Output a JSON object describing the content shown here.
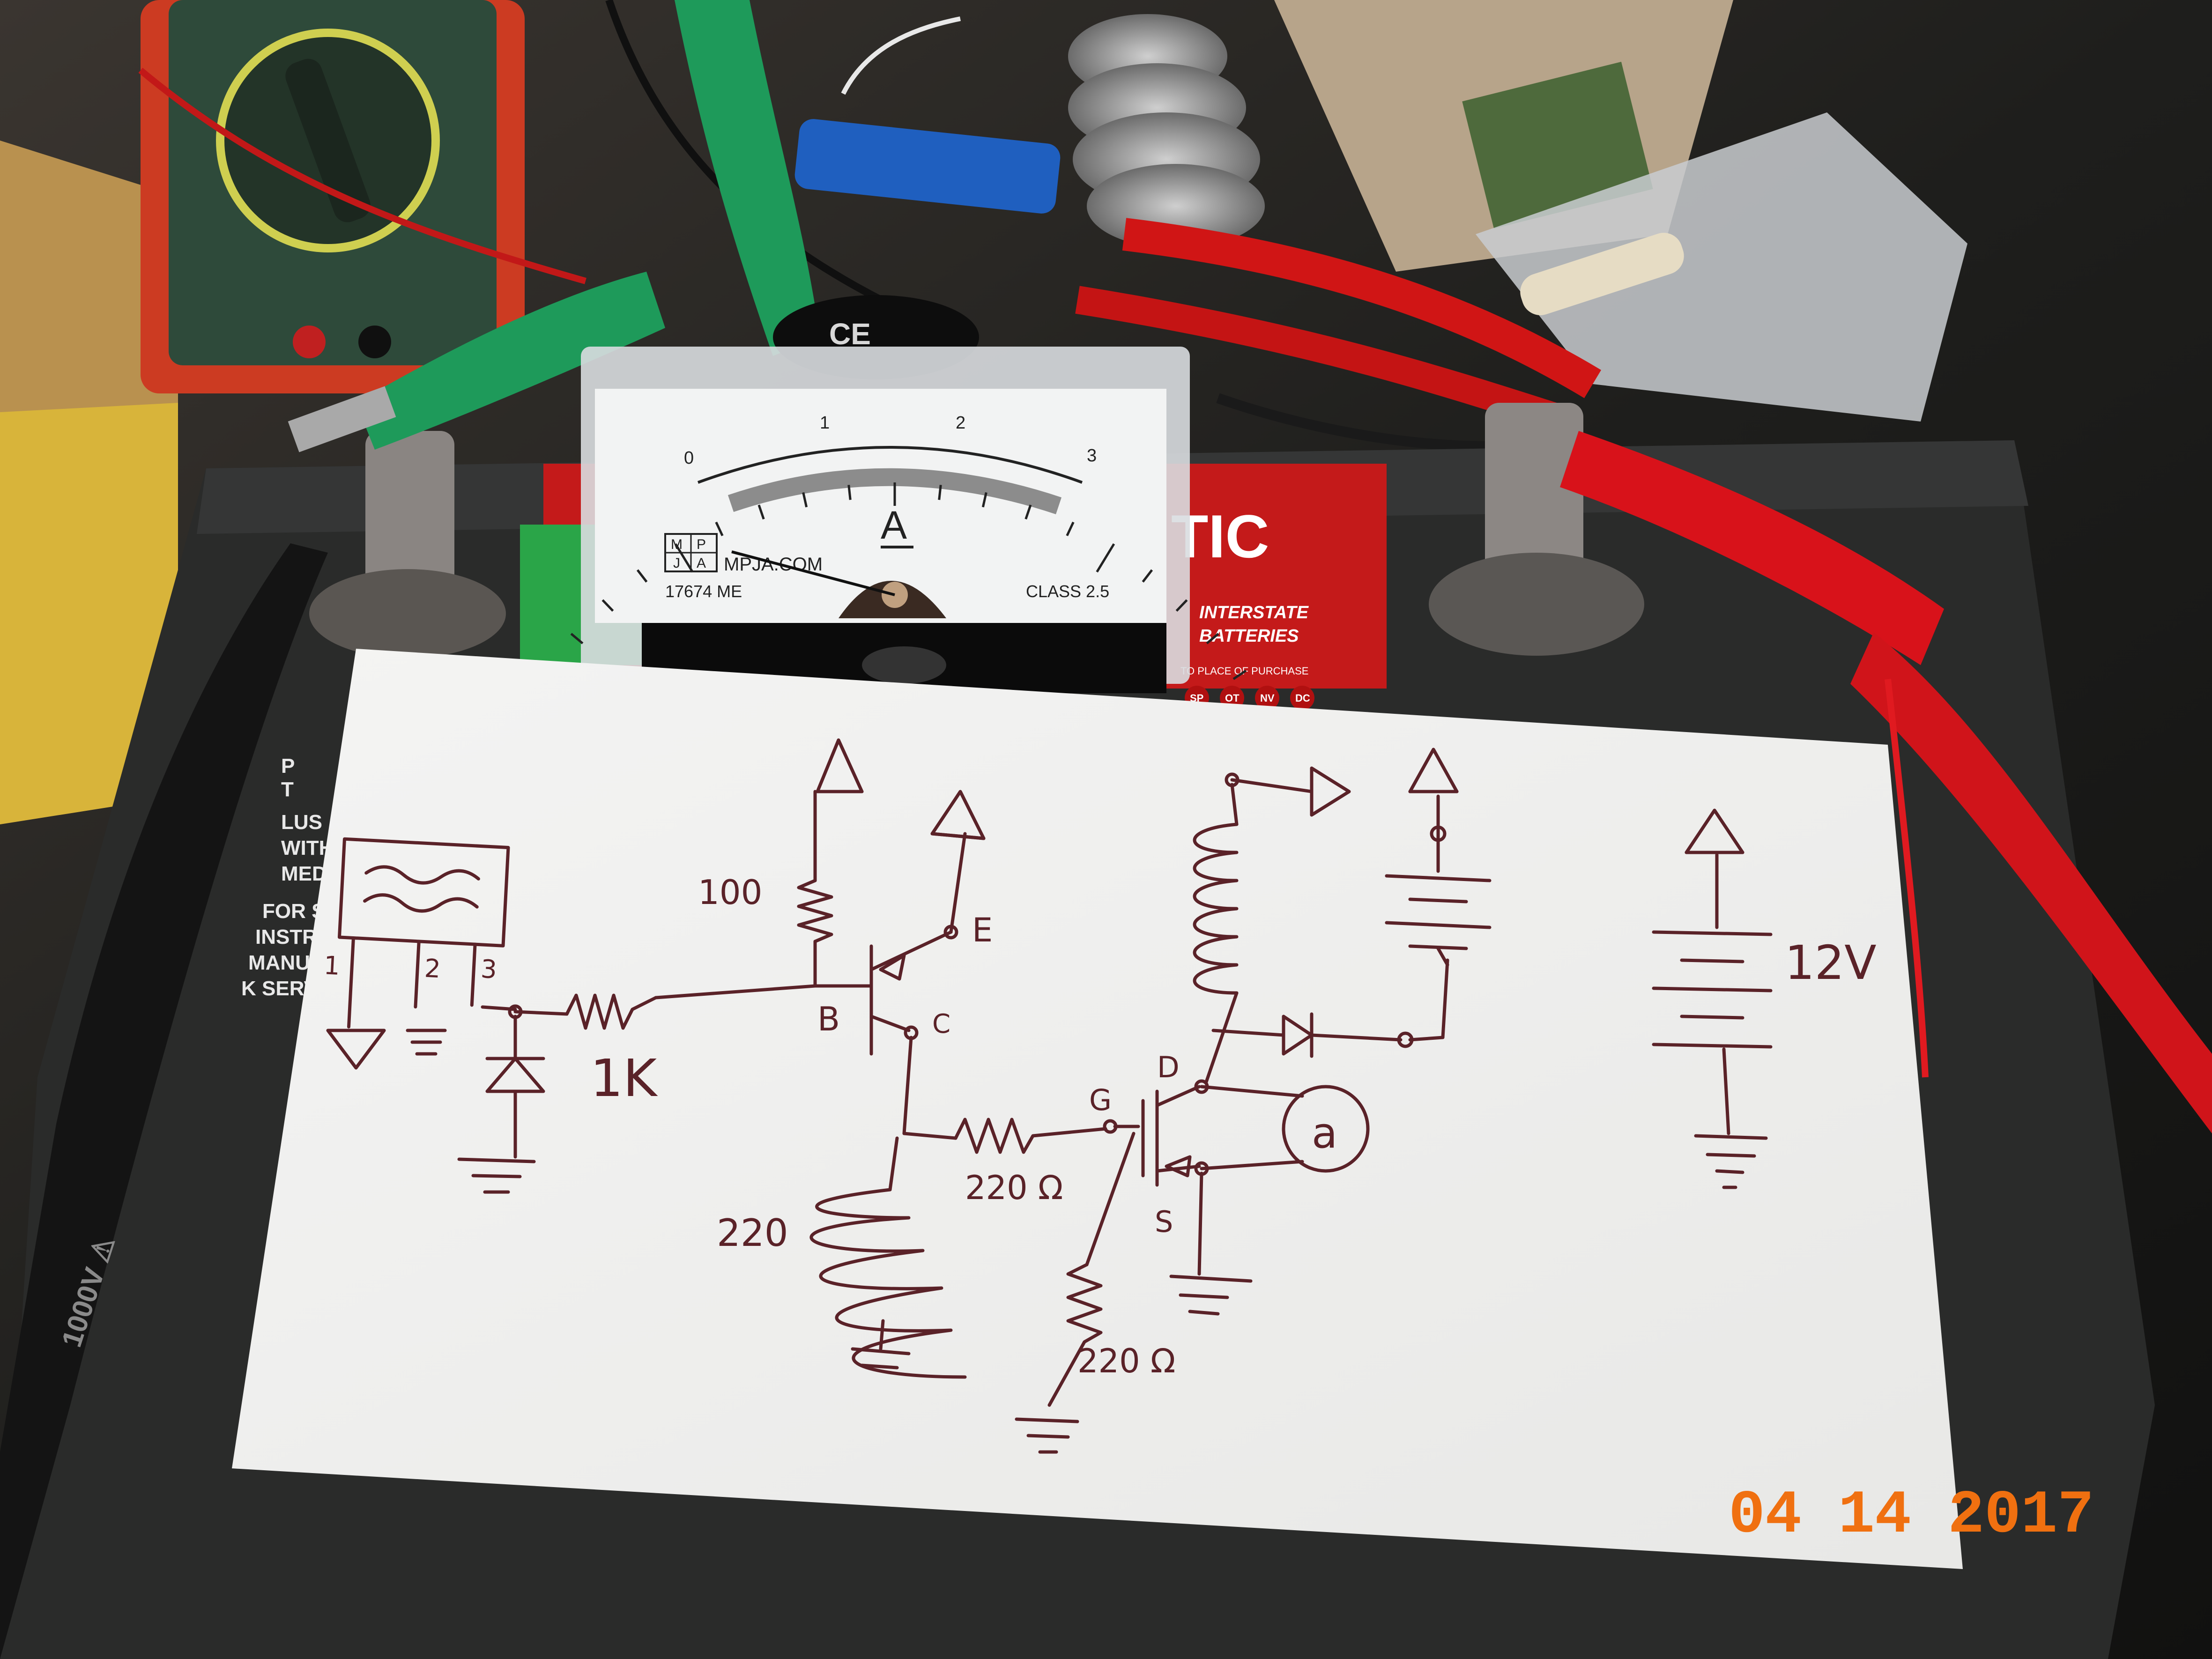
{
  "photo": {
    "date_stamp": "04 14 2017",
    "colors": {
      "paper": "#f3f3f2",
      "ink": "#5a2228",
      "date": "#f07010",
      "clip_red": "#d8121a",
      "clip_green": "#1e9a5a",
      "battery": "#2a2b2a"
    }
  },
  "ammeter": {
    "scale_ticks": [
      "0",
      "1",
      "2",
      "3"
    ],
    "unit": "A",
    "logo_letters": [
      "M",
      "P",
      "J",
      "A"
    ],
    "brand": "MPJA.COM",
    "model": "17674 ME",
    "accuracy": "CLASS  2.5",
    "needle_reading_amps": 0.3
  },
  "battery": {
    "label_fragment": "TIC",
    "brand_line1": "INTERSTATE",
    "brand_line2": "BATTERIES",
    "purchase_text": "TO PLACE OF PURCHASE",
    "code_circles": [
      "SP",
      "OT",
      "NV",
      "DC"
    ],
    "warning_lines": [
      "P",
      "T",
      "LUS",
      "WITH",
      "MEDIC",
      "FOR S",
      "INSTR",
      "MANUA",
      "K SERVI"
    ]
  },
  "probe": {
    "rating_text": "1000V ⚠"
  },
  "ce_mark": "CE",
  "schematic": {
    "module_pins": [
      "1",
      "2",
      "3"
    ],
    "labels": {
      "r_base": "100",
      "r_input": "1K",
      "emitter": "E",
      "base": "B",
      "collector": "C",
      "r_pulldown": "220",
      "r_gate": "220 Ω",
      "r_gate_ground": "220 Ω",
      "gate": "G",
      "drain": "D",
      "source": "S",
      "meter_symbol": "a",
      "supply": "12V"
    }
  }
}
